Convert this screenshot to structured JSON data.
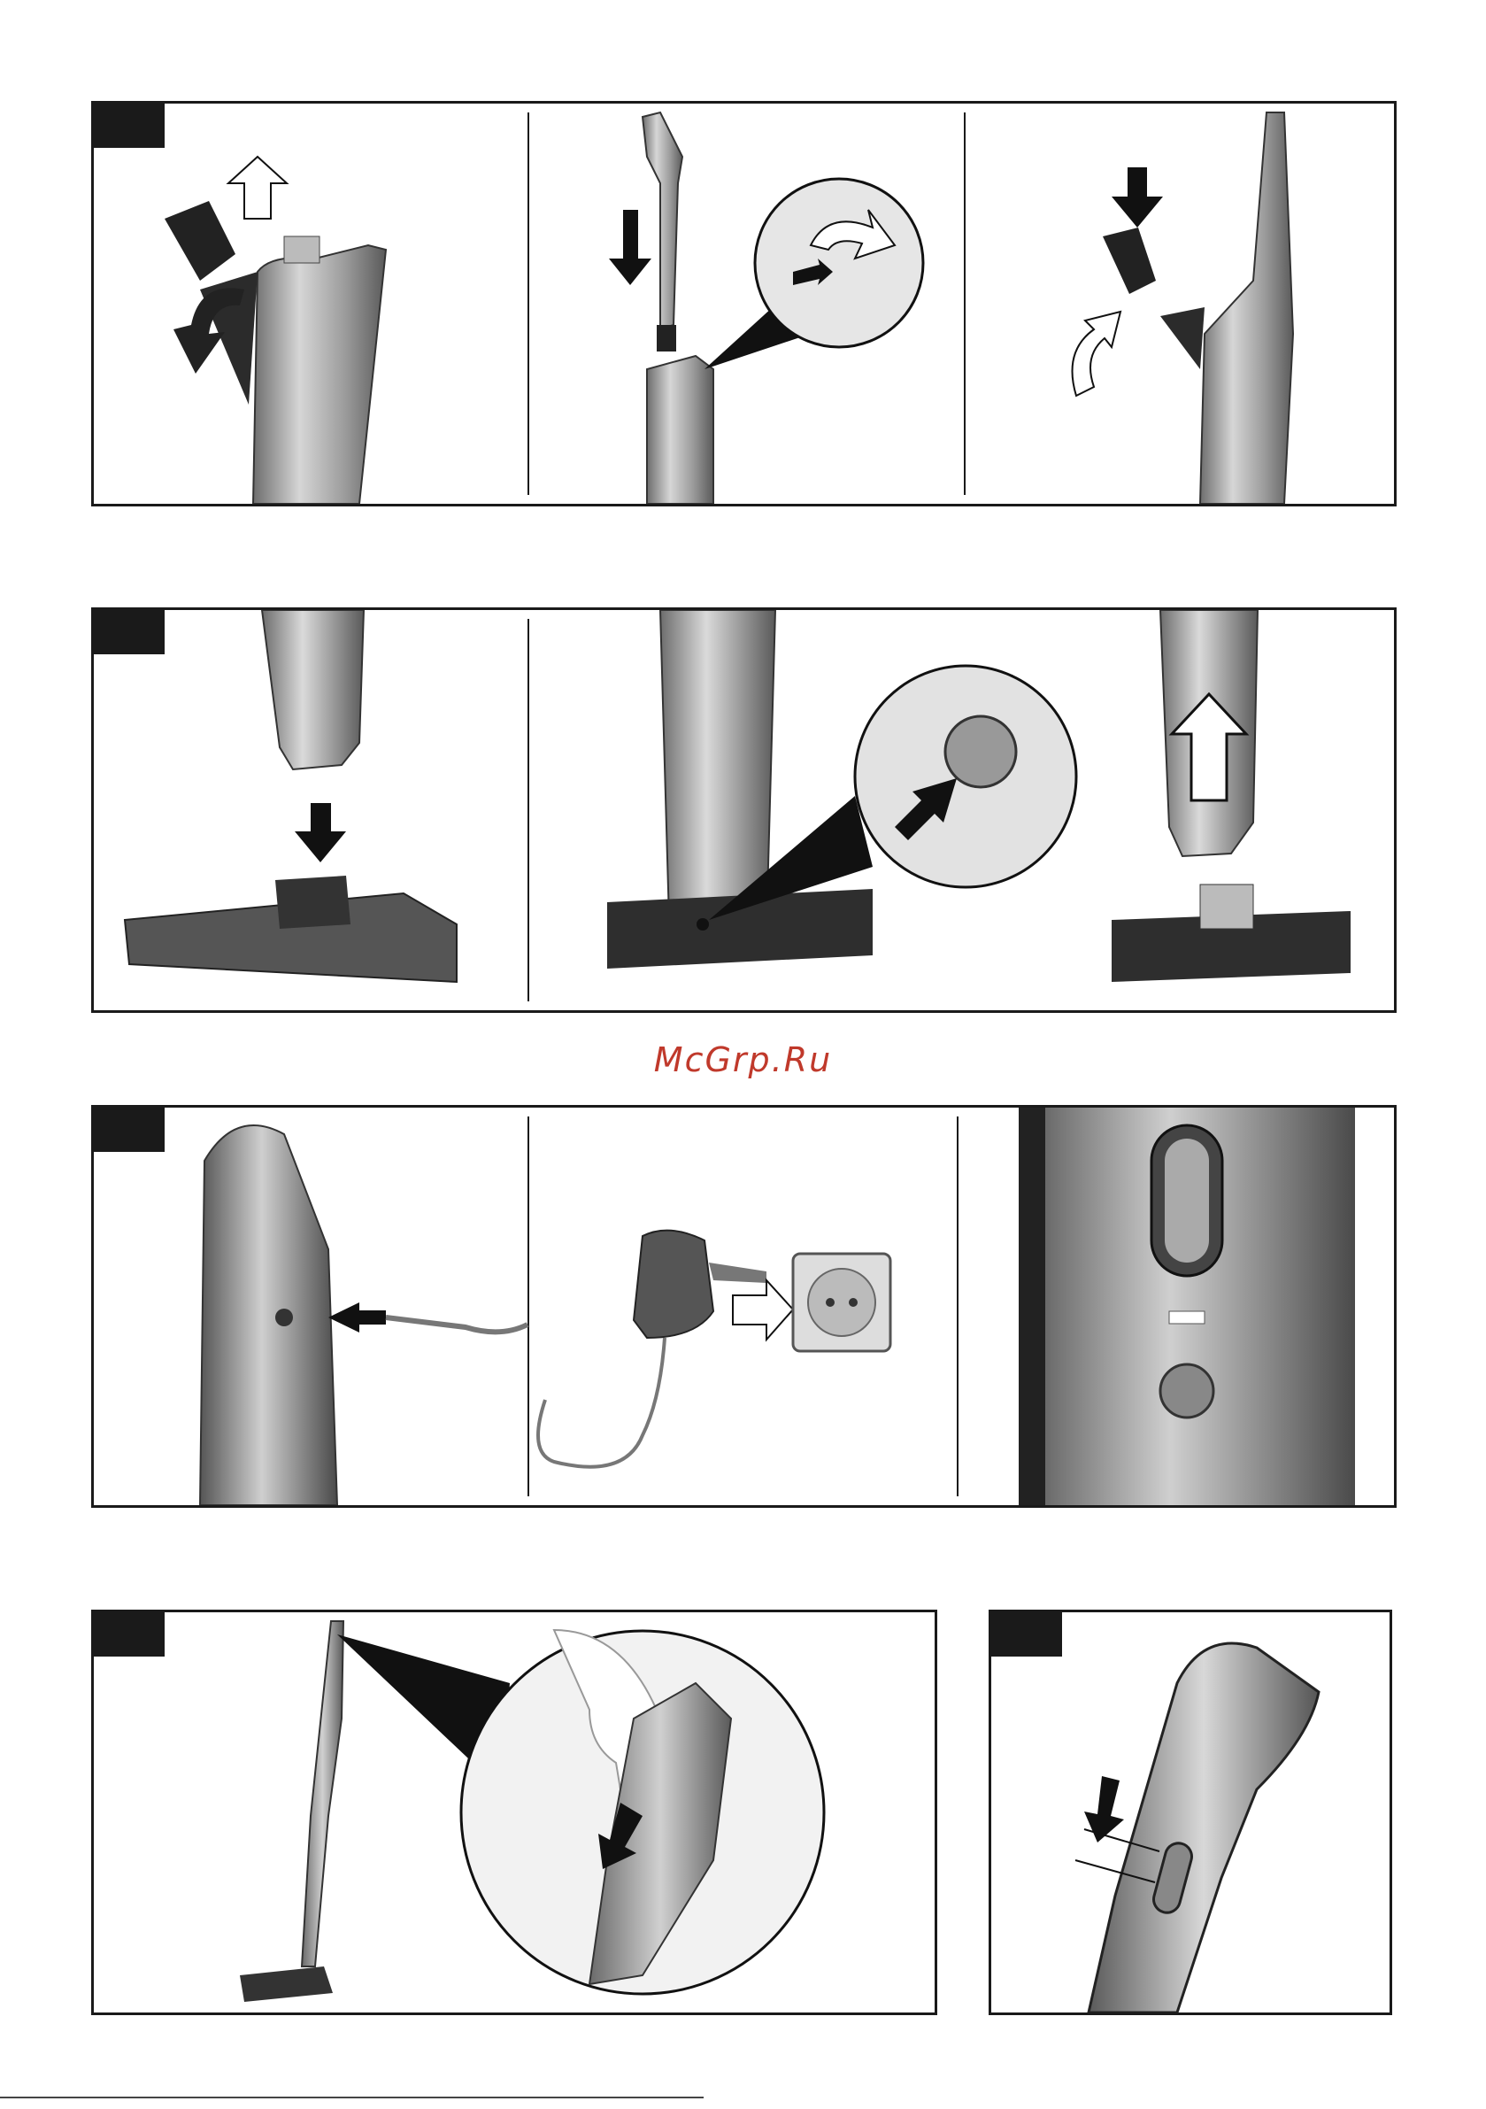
{
  "watermark": {
    "text": "McGrp.Ru",
    "color": "#c0392b"
  },
  "panels": {
    "row1": {
      "steps": [
        "remove-filter",
        "attach-handle",
        "reinsert-filter"
      ]
    },
    "row2": {
      "steps": [
        "attach-floor-nozzle",
        "release-nozzle"
      ]
    },
    "row3": {
      "steps": [
        "connect-charger",
        "plug-into-socket",
        "charge-indicator"
      ]
    },
    "row4": {
      "steps": [
        "switch-on-handle",
        "slide-switch"
      ]
    }
  },
  "icons": {
    "arrow_up_outline": "arrow-up-outline-icon",
    "arrow_down_solid": "arrow-down-solid-icon",
    "arrow_curved": "curved-arrow-icon",
    "arrow_right_outline": "arrow-right-outline-icon",
    "power_socket": "power-socket-icon",
    "charger_adapter": "charger-adapter-icon"
  }
}
